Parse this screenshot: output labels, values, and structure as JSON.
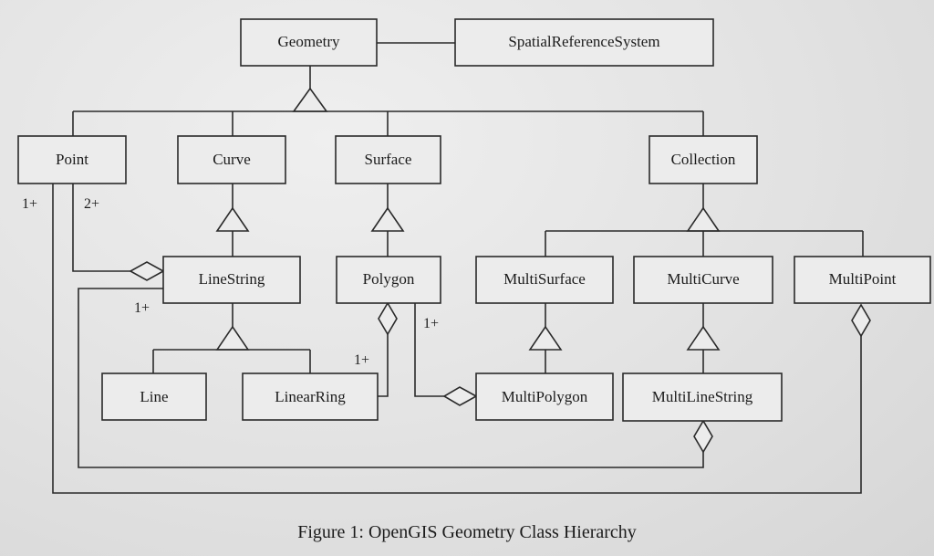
{
  "diagram": {
    "classes": {
      "geometry": "Geometry",
      "srs": "SpatialReferenceSystem",
      "point": "Point",
      "curve": "Curve",
      "surface": "Surface",
      "collection": "Collection",
      "linestring": "LineString",
      "polygon": "Polygon",
      "multisurface": "MultiSurface",
      "multicurve": "MultiCurve",
      "multipoint": "MultiPoint",
      "line": "Line",
      "linearring": "LinearRing",
      "multipolygon": "MultiPolygon",
      "multilinestring": "MultiLineString"
    },
    "multiplicities": {
      "point_left": "1+",
      "point_right": "2+",
      "linestring_below": "1+",
      "polygon_right": "1+",
      "linearring_above": "1+"
    }
  },
  "caption": "Figure 1: OpenGIS Geometry Class Hierarchy"
}
